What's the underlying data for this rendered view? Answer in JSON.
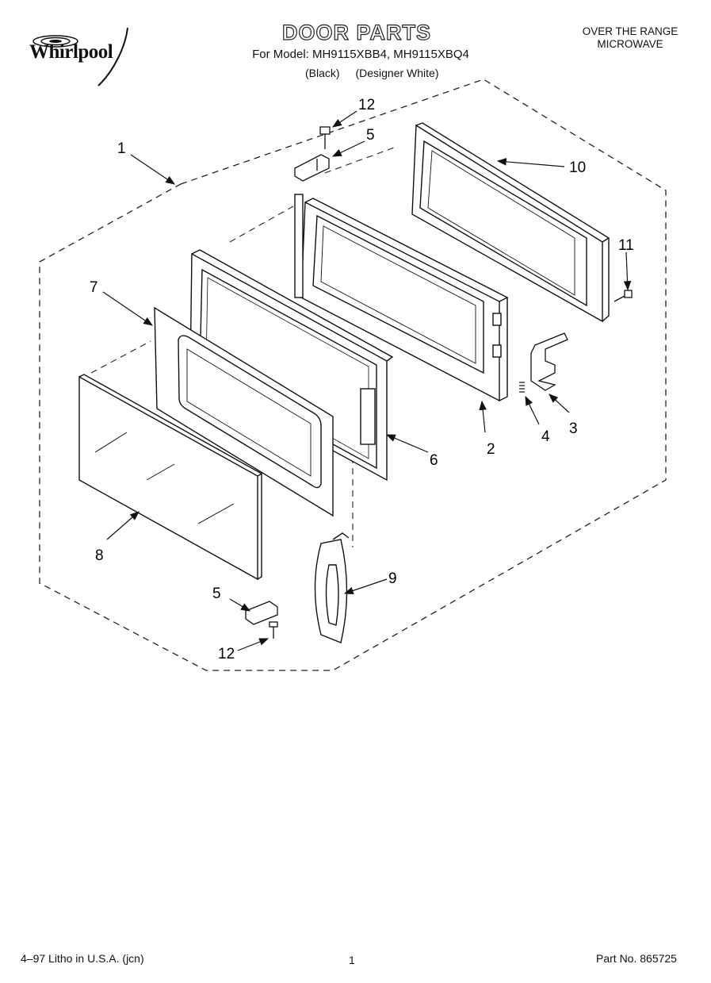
{
  "brand": {
    "name": "Whirlpool"
  },
  "header": {
    "title": "DOOR PARTS",
    "model_line": "For Model: MH9115XBB4, MH9115XBQ4",
    "variants": [
      "(Black)",
      "(Designer White)"
    ],
    "product_line1": "OVER THE RANGE",
    "product_line2": "MICROWAVE"
  },
  "callouts": {
    "c1": "1",
    "c2": "2",
    "c3": "3",
    "c4": "4",
    "c5a": "5",
    "c5b": "5",
    "c6": "6",
    "c7": "7",
    "c8": "8",
    "c9": "9",
    "c10": "10",
    "c11": "11",
    "c12a": "12",
    "c12b": "12"
  },
  "footer": {
    "left": "4–97 Litho in U.S.A. (jcn)",
    "page": "1",
    "part_no": "Part No. 865725"
  }
}
